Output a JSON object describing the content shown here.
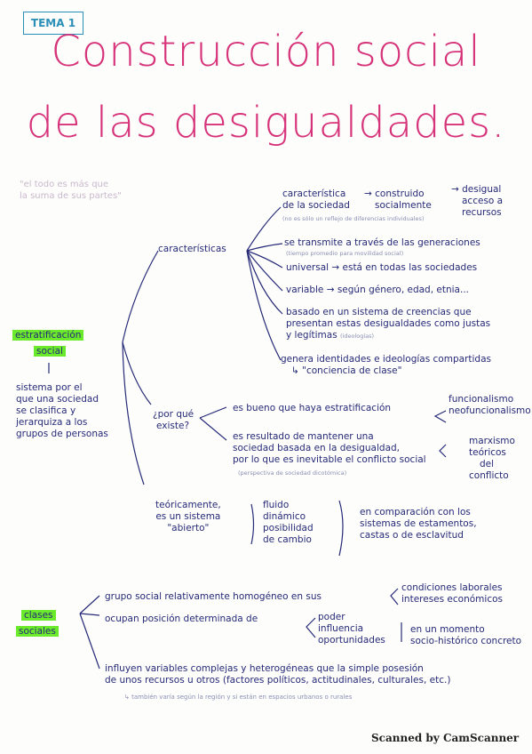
{
  "tema": "TEMA 1",
  "title_line1": "Construcción social",
  "title_line2": "de las desigualdades.",
  "quote": [
    "\"el todo es más que",
    "la suma de sus partes\""
  ],
  "estratificacion": {
    "label_l1": "estratificación",
    "label_l2": "social",
    "definition": [
      "sistema por el",
      "que una sociedad",
      "se clasifica y",
      "jerarquiza a los",
      "grupos de personas"
    ],
    "caracteristicas": {
      "label": "características",
      "items": [
        {
          "l1": "característica",
          "l2": "de la sociedad",
          "arrow1": "→ construido",
          "arrow1b": "socialmente",
          "arrow2": "→ desigual",
          "arrow2b": "acceso a",
          "arrow2c": "recursos",
          "sub": "(no es sólo un reflejo de diferencias individuales)"
        },
        {
          "text": "se transmite a través de las generaciones",
          "sub": "(tiempo promedio para movilidad social)"
        },
        {
          "text": "universal → está en todas las sociedades"
        },
        {
          "text": "variable → según género, edad, etnia..."
        },
        {
          "l1": "basado en un sistema de creencias que",
          "l2": "presentan estas desigualdades como justas",
          "l3": "y legítimas",
          "sub": "(ideologías)"
        },
        {
          "l1": "genera identidades e ideologías compartidas",
          "l2": "↳ \"conciencia de clase\""
        }
      ]
    },
    "por_que": {
      "label_l1": "¿por qué",
      "label_l2": "existe?",
      "a": "es bueno que haya estratificación",
      "a_theories": [
        "funcionalismo",
        "neofuncionalismo"
      ],
      "b": [
        "es resultado de mantener una",
        "sociedad basada en la desigualdad,",
        "por lo que es inevitable el conflicto social"
      ],
      "b_sub": "(perspectiva de sociedad dicotómica)",
      "b_theories": [
        "marxismo",
        "teóricos",
        "del",
        "conflicto"
      ]
    },
    "teoricamente": {
      "label": [
        "teóricamente,",
        "es un sistema",
        "\"abierto\""
      ],
      "traits": [
        "fluido",
        "dinámico",
        "posibilidad",
        "de cambio"
      ],
      "comparison": [
        "en comparación con los",
        "sistemas de estamentos,",
        "castas o de esclavitud"
      ]
    }
  },
  "clases": {
    "label_l1": "clases",
    "label_l2": "sociales",
    "line1": "grupo social relativamente homogéneo en sus",
    "line1_right": [
      "condiciones laborales",
      "intereses económicos"
    ],
    "line2": "ocupan posición determinada de",
    "line2_list": [
      "poder",
      "influencia",
      "oportunidades"
    ],
    "line2_right": [
      "en un momento",
      "socio-histórico concreto"
    ],
    "line3": [
      "influyen variables complejas y heterogéneas que la simple posesión",
      "de unos recursos u otros (factores políticos, actitudinales, culturales, etc.)"
    ],
    "line3_sub": "↳ también varía según la región y si están en espacios urbanos o rurales"
  },
  "footer": "Scanned by CamScanner"
}
